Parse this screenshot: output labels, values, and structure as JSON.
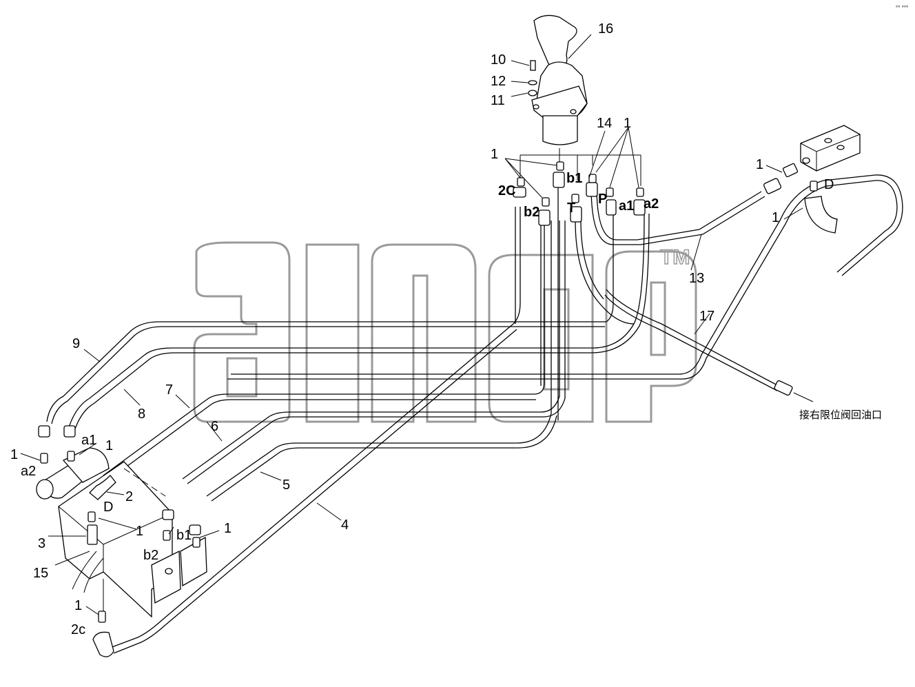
{
  "diagram": {
    "watermark_mark": "TM",
    "note_text": "接右限位阀回油口",
    "corner_mark": "°° °°°",
    "joystick_labels": {
      "p10": "10",
      "p12": "12",
      "p11": "11",
      "p16": "16",
      "p14": "14",
      "p1_top_right": "1",
      "p1_top_left": "1",
      "port_2c": "2C",
      "port_b1": "b1",
      "port_b2": "b2",
      "port_t": "T",
      "port_p": "P",
      "port_a1": "a1",
      "port_a2": "a2"
    },
    "right_labels": {
      "p1_block": "1",
      "port_d": "D",
      "p1_elbow": "1",
      "p13": "13",
      "p17": "17"
    },
    "hose_labels": {
      "p9": "9",
      "p8": "8",
      "p7": "7",
      "p6": "6",
      "p5": "5",
      "p4": "4"
    },
    "valve_labels": {
      "p1_a2": "1",
      "port_a2": "a2",
      "port_a1": "a1",
      "p1_a1": "1",
      "p2": "2",
      "port_d": "D",
      "p1_d": "1",
      "p3": "3",
      "p15": "15",
      "port_b1": "b1",
      "p1_b1": "1",
      "port_b2": "b2",
      "p1_2c": "1",
      "port_2c": "2c"
    }
  }
}
